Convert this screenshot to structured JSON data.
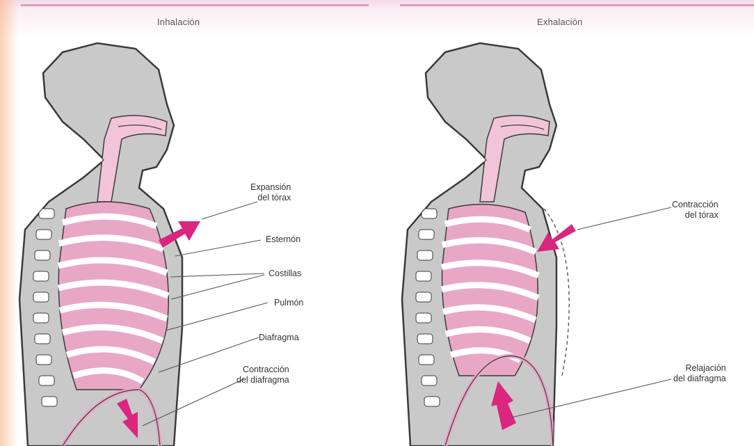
{
  "panels": {
    "left": {
      "title": "Inhalación",
      "labels": {
        "expansion_line1": "Expansión",
        "expansion_line2": "del tórax",
        "esternon": "Esternón",
        "costillas": "Costillas",
        "pulmon": "Pulmón",
        "diafragma": "Diafragma",
        "contraccion_line1": "Contracción",
        "contraccion_line2": "del diafragma"
      }
    },
    "right": {
      "title": "Exhalación",
      "labels": {
        "contraccion_line1": "Contracción",
        "contraccion_line2": "del tórax",
        "relajacion_line1": "Relajación",
        "relajacion_line2": "del diafragma"
      }
    }
  },
  "colors": {
    "body_gray": "#c9c9c9",
    "outline": "#3a3a3a",
    "lung_pink": "#e9a7c6",
    "airway_pink": "#f2c4d8",
    "arrow_magenta": "#d9267f",
    "header_pink": "#f4dbe7"
  }
}
